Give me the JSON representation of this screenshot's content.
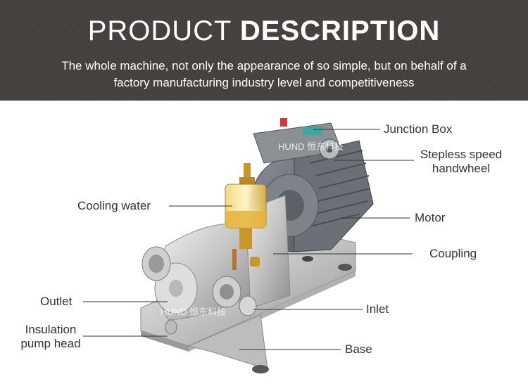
{
  "header": {
    "title_light": "PRODUCT",
    "title_bold": "DESCRIPTION",
    "subtitle_line1": "The whole machine, not only the appearance of so simple, but on behalf of a",
    "subtitle_line2": "factory manufacturing industry level and competitiveness"
  },
  "labels": {
    "junction_box": "Junction Box",
    "stepless_speed_line1": "Stepless speed",
    "stepless_speed_line2": "handwheel",
    "cooling_water": "Cooling water",
    "motor": "Motor",
    "coupling": "Coupling",
    "outlet": "Outlet",
    "inlet": "Inlet",
    "insulation_line1": "Insulation",
    "insulation_line2": "pump head",
    "base": "Base"
  },
  "watermarks": {
    "motor_mark": "HUND 恒东科技",
    "pump_mark": "HUND 恒东科技"
  },
  "colors": {
    "banner": "#45413f",
    "label_text": "#333333",
    "steel": "#cfcfcf",
    "motor_body": "#6f7478",
    "brass": "#c9962c"
  }
}
